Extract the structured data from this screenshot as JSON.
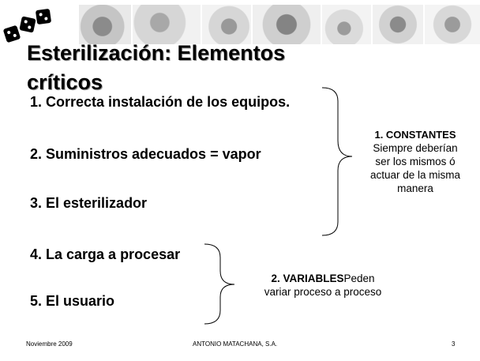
{
  "slide": {
    "title_line1": "Esterilización: Elementos",
    "title_line2": "críticos",
    "items": [
      "1. Correcta instalación de los equipos.",
      "2. Suministros adecuados  = vapor",
      "3. El esterilizador",
      "4. La carga a procesar",
      "5. El usuario"
    ],
    "constantes": {
      "label": "1. CONSTANTES",
      "text": [
        "Siempre deberían",
        "ser los mismos ó",
        "actuar de la misma",
        "manera"
      ]
    },
    "variables": {
      "label": "2. VARIABLES",
      "text_inline": "Peden",
      "text": "variar proceso a proceso"
    }
  },
  "footer": {
    "date": "Noviembre 2009",
    "company": "ANTONIO MATACHANA, S.A.",
    "page": "3"
  }
}
